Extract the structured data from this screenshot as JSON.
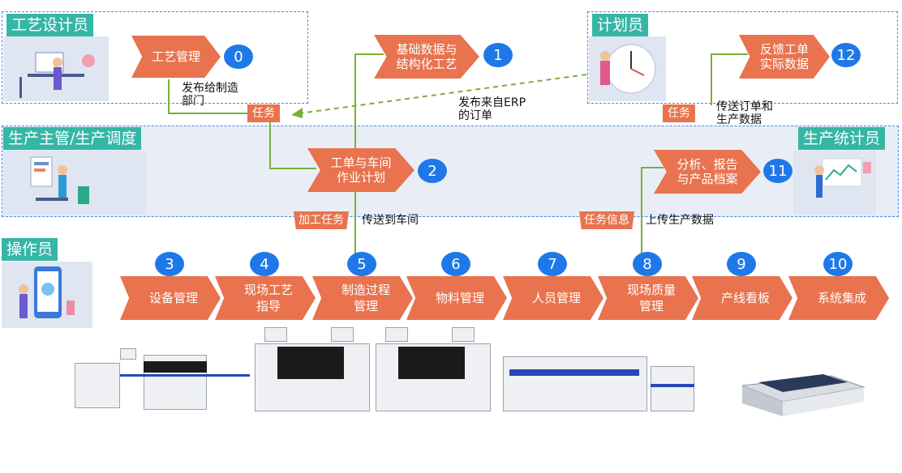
{
  "roles": {
    "process_designer": "工艺设计员",
    "planner": "计划员",
    "production_manager": "生产主管/生产调度",
    "production_statistician": "生产统计员",
    "operator": "操作员"
  },
  "steps": [
    {
      "num": "0",
      "label": "工艺管理"
    },
    {
      "num": "1",
      "label": "基础数据与\n结构化工艺"
    },
    {
      "num": "2",
      "label": "工单与车间\n作业计划"
    },
    {
      "num": "11",
      "label": "分析、报告\n与产品档案"
    },
    {
      "num": "12",
      "label": "反馈工单\n实际数据"
    }
  ],
  "stages": [
    {
      "num": "3",
      "label": "设备管理"
    },
    {
      "num": "4",
      "label": "现场工艺\n指导"
    },
    {
      "num": "5",
      "label": "制造过程\n管理"
    },
    {
      "num": "6",
      "label": "物料管理"
    },
    {
      "num": "7",
      "label": "人员管理"
    },
    {
      "num": "8",
      "label": "现场质量\n管理"
    },
    {
      "num": "9",
      "label": "产线看板"
    },
    {
      "num": "10",
      "label": "系统集成"
    }
  ],
  "tags": {
    "task_left": "任务",
    "task_right": "任务",
    "processing_task": "加工任务",
    "task_info": "任务信息"
  },
  "notes": {
    "publish_to_dept": "发布给制造\n部门",
    "erp_order": "发布来自ERP\n的订单",
    "send_to_workshop": "传送到车间",
    "upload_data": "上传生产数据",
    "send_order_data": "传送订单和\n生产数据"
  },
  "colors": {
    "accent": "#e8734e",
    "role": "#35b6a6",
    "badge": "#1f78e8",
    "line": "#7aaf3a",
    "zone": "#4a86e8"
  }
}
